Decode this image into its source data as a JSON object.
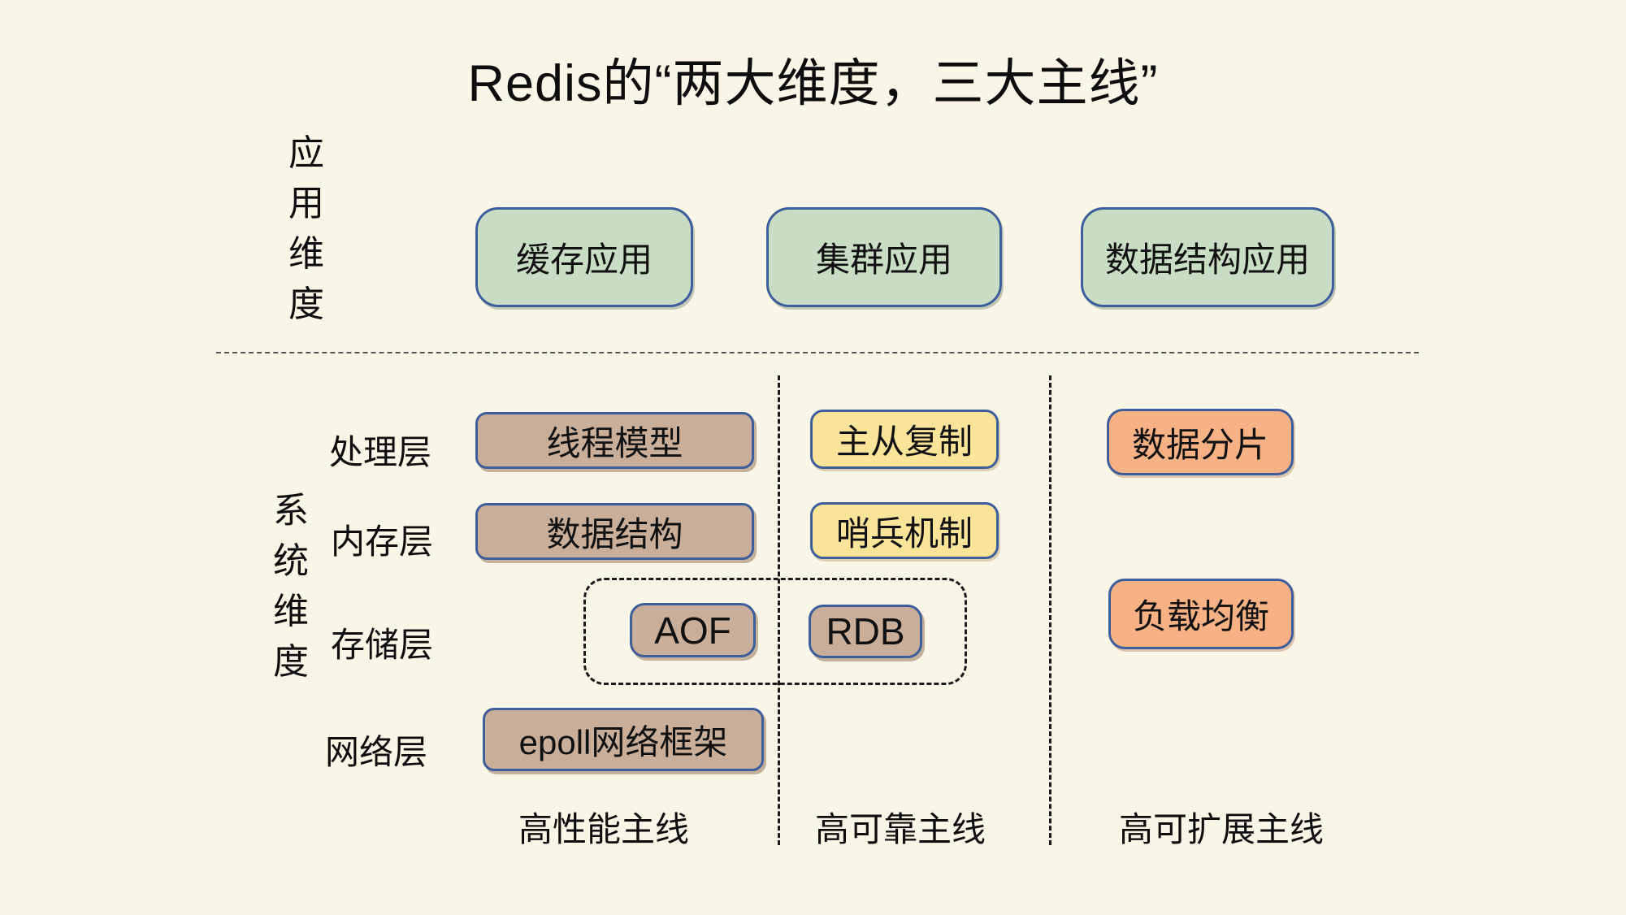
{
  "title": "Redis的“两大维度，三大主线”",
  "app_dimension": {
    "label": "应用维度",
    "boxes": [
      {
        "label": "缓存应用"
      },
      {
        "label": "集群应用"
      },
      {
        "label": "数据结构应用"
      }
    ]
  },
  "system_dimension": {
    "label": "系统维度",
    "layers": [
      {
        "label": "处理层"
      },
      {
        "label": "内存层"
      },
      {
        "label": "存储层"
      },
      {
        "label": "网络层"
      }
    ],
    "boxes": {
      "thread_model": "线程模型",
      "master_slave_replication": "主从复制",
      "data_sharding": "数据分片",
      "data_structure": "数据结构",
      "sentinel_mechanism": "哨兵机制",
      "aof": "AOF",
      "rdb": "RDB",
      "load_balancing": "负载均衡",
      "epoll_framework": "epoll网络框架"
    }
  },
  "mainlines": [
    {
      "label": "高性能主线"
    },
    {
      "label": "高可靠主线"
    },
    {
      "label": "高可扩展主线"
    }
  ],
  "colors": {
    "background": "#FAF6E7",
    "green_fill": "#C9DDC5",
    "tan_fill": "#C9AE99",
    "yellow_fill": "#FAE49A",
    "orange_fill": "#F6B184",
    "box_border": "#3D5E9B",
    "text": "#141414"
  }
}
